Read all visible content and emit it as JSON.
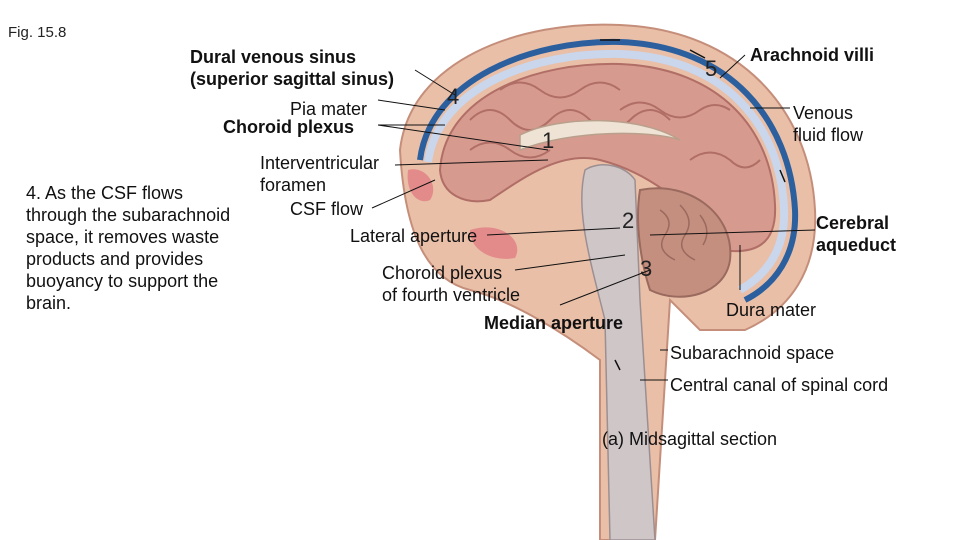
{
  "figure_label": "Fig. 15.8",
  "caption": "(a) Midsagittal section",
  "description_text": "4. As the CSF flows\nthrough the subarachnoid\nspace, it removes waste\nproducts and provides\nbuoyancy to support the\nbrain.",
  "labels": {
    "dural_venous_sinus": "Dural venous sinus\n(superior sagittal sinus)",
    "pia_mater": "Pia mater",
    "choroid_plexus": "Choroid plexus",
    "interventricular_foramen": "Interventricular\nforamen",
    "csf_flow": "CSF flow",
    "lateral_aperture": "Lateral aperture",
    "choroid_plexus_fourth": "Choroid plexus\nof fourth ventricle",
    "median_aperture": "Median aperture",
    "arachnoid_villi": "Arachnoid villi",
    "venous_fluid_flow": "Venous\nfluid flow",
    "cerebral_aqueduct": "Cerebral\naqueduct",
    "dura_mater": "Dura mater",
    "subarachnoid_space": "Subarachnoid space",
    "central_canal": "Central canal of spinal cord"
  },
  "step_numbers": [
    "1",
    "2",
    "3",
    "4",
    "5"
  ],
  "colors": {
    "brain": "#d79a8f",
    "brain_folds": "#b06e66",
    "venous": "#2c5f9e",
    "csf": "#c9d6ec",
    "cerebellum": "#c58f7f",
    "skin": "#e9bfa8"
  }
}
